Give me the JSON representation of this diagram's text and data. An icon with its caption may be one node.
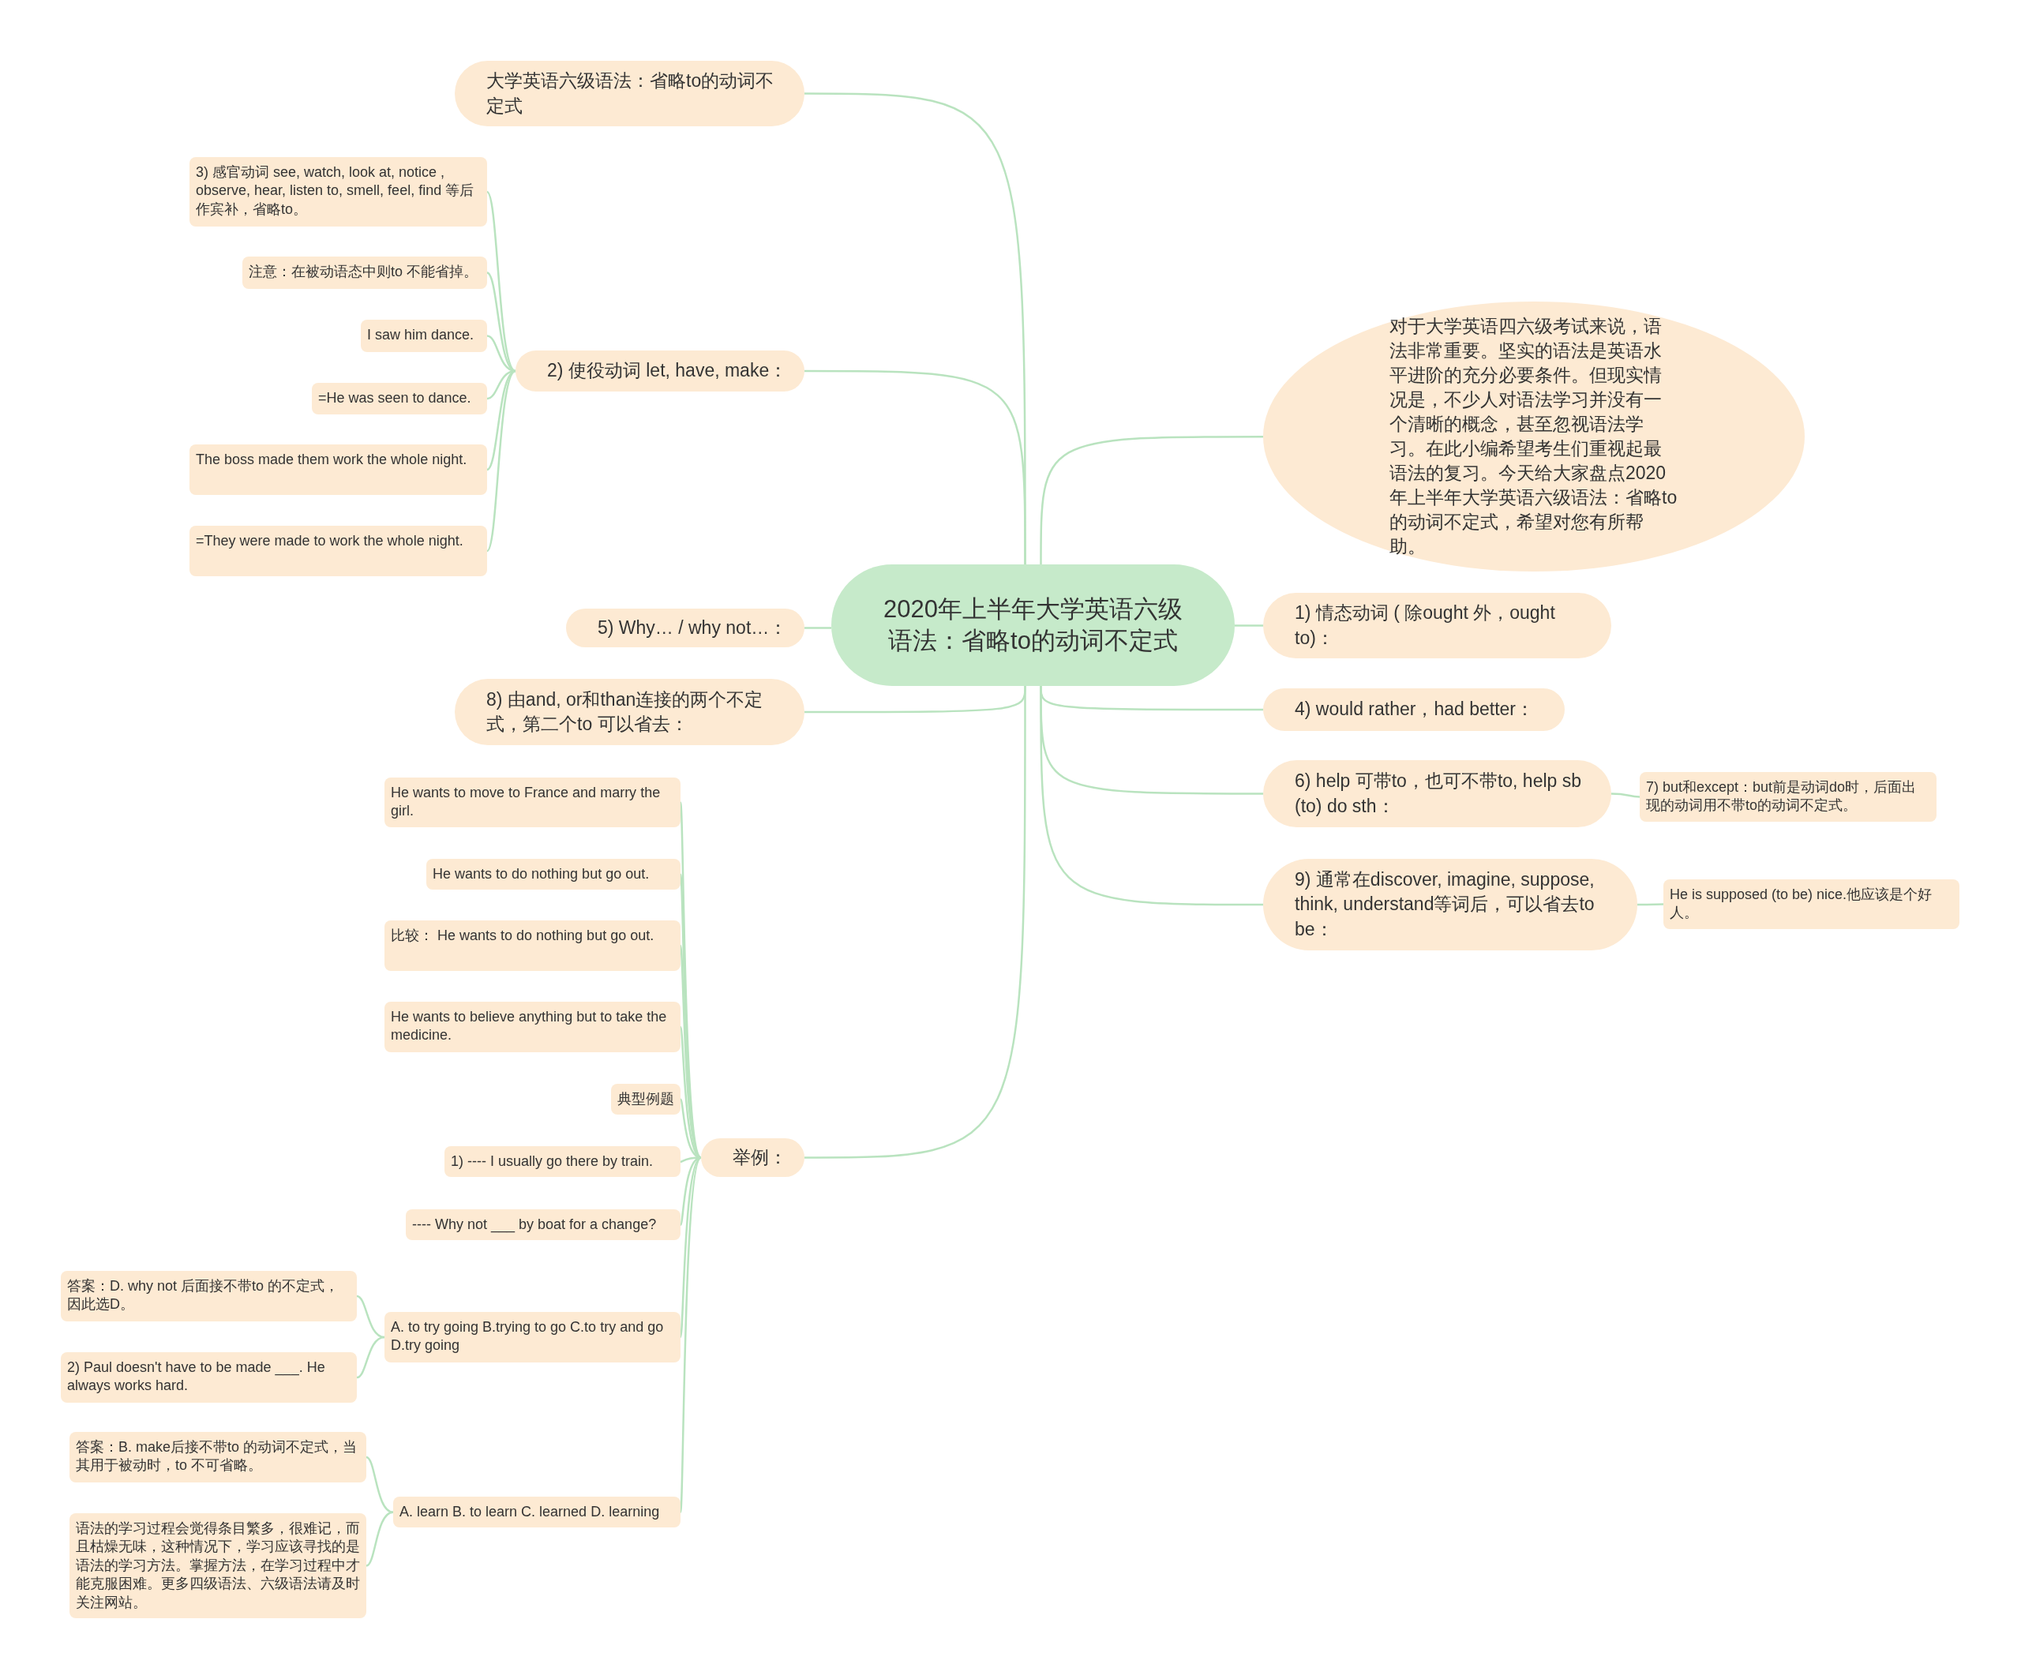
{
  "diagram": {
    "nodes": [
      {
        "text": [
          "2020年上半年大学英语六级语法：省略to的动词不定式"
        ]
      },
      {
        "text": [
          "大学英语六级语法：省略to的动词不定式"
        ]
      },
      {
        "text": [
          "2) 使役动词 let, have, make："
        ]
      },
      {
        "text": [
          "3) 感官动词 see, watch, look at, notice , observe, hear, listen to, smell, feel, find 等后作宾补，省略to。"
        ]
      },
      {
        "text": [
          "注意：在被动语态中则to 不能省掉。"
        ]
      },
      {
        "text": [
          "I saw him dance."
        ]
      },
      {
        "text": [
          "=He was seen to dance."
        ]
      },
      {
        "text": [
          "The boss made them work the whole night."
        ]
      },
      {
        "text": [
          "=They were made to work the whole night."
        ]
      },
      {
        "text": [
          "5) Why… / why not…："
        ]
      },
      {
        "text": [
          "8) 由and, or和than连接的两个不定式，第二个to 可以省去："
        ]
      },
      {
        "text": [
          "举例："
        ]
      },
      {
        "text": [
          "He wants to move to France and marry the girl."
        ]
      },
      {
        "text": [
          "He wants to do nothing but go out."
        ]
      },
      {
        "text": [
          "比较： He wants to do nothing but go out."
        ]
      },
      {
        "text": [
          "He wants to believe anything but to take the medicine."
        ]
      },
      {
        "text": [
          "典型例题"
        ]
      },
      {
        "text": [
          "1) ---- I usually go there by train."
        ]
      },
      {
        "text": [
          "---- Why not ___ by boat for a change?"
        ]
      },
      {
        "text": [
          "A. to try going B.trying to go C.to try and go D.try going"
        ]
      },
      {
        "text": [
          "A. learn B. to learn C. learned D. learning"
        ]
      },
      {
        "text": [
          "答案：D. why not 后面接不带to 的不定式，因此选D。"
        ]
      },
      {
        "text": [
          "2) Paul doesn't have to be made ___. He always works hard."
        ]
      },
      {
        "text": [
          "答案：B. make后接不带to 的动词不定式，当其用于被动时，to 不可省略。"
        ]
      },
      {
        "text": [
          "语法的学习过程会觉得条目繁多，很难记，而且枯燥无味，这种情况下，学习应该寻找的是语法的学习方法。掌握方法，在学习过程中才能克服困难。更多四级语法、六级语法请及时关注网站。"
        ]
      },
      {
        "text": [
          "对于大学英语四六级考试来说，语法非常重要。坚实的语法是英语水平进阶的充分必要条件。但现实情况是，不少人对语法学习并没有一个清晰的概念，甚至忽视语法学习。在此小编希望考生们重视起最语法的复习。今天给大家盘点2020年上半年大学英语六级语法：省略to的动词不定式，希望对您有所帮助。"
        ]
      },
      {
        "text": [
          "1) 情态动词 ( 除ought 外，ought to)："
        ]
      },
      {
        "text": [
          "4) would rather，had better："
        ]
      },
      {
        "text": [
          "6) help 可带to，也可不带to, help sb (to) do sth："
        ]
      },
      {
        "text": [
          "7) but和except：but前是动词do时，后面出现的动词用不带to的动词不定式。"
        ]
      },
      {
        "text": [
          "9) 通常在discover, imagine, suppose, think, understand等词后，可以省去to be："
        ]
      },
      {
        "text": [
          "He is supposed (to be) nice.他应该是个好人。"
        ]
      }
    ],
    "edges": [
      {
        "from": 0,
        "to": 1,
        "arrow": "none"
      },
      {
        "from": 0,
        "to": 2,
        "arrow": "none"
      },
      {
        "from": 2,
        "to": 3,
        "arrow": "none"
      },
      {
        "from": 2,
        "to": 4,
        "arrow": "none"
      },
      {
        "from": 2,
        "to": 5,
        "arrow": "none"
      },
      {
        "from": 2,
        "to": 6,
        "arrow": "none"
      },
      {
        "from": 2,
        "to": 7,
        "arrow": "none"
      },
      {
        "from": 2,
        "to": 8,
        "arrow": "none"
      },
      {
        "from": 0,
        "to": 9,
        "arrow": "none"
      },
      {
        "from": 0,
        "to": 10,
        "arrow": "none"
      },
      {
        "from": 0,
        "to": 11,
        "arrow": "none"
      },
      {
        "from": 11,
        "to": 12,
        "arrow": "none"
      },
      {
        "from": 11,
        "to": 13,
        "arrow": "none"
      },
      {
        "from": 11,
        "to": 14,
        "arrow": "none"
      },
      {
        "from": 11,
        "to": 15,
        "arrow": "none"
      },
      {
        "from": 11,
        "to": 16,
        "arrow": "none"
      },
      {
        "from": 11,
        "to": 17,
        "arrow": "none"
      },
      {
        "from": 11,
        "to": 18,
        "arrow": "none"
      },
      {
        "from": 11,
        "to": 19,
        "arrow": "none"
      },
      {
        "from": 11,
        "to": 20,
        "arrow": "none"
      },
      {
        "from": 19,
        "to": 21,
        "arrow": "none"
      },
      {
        "from": 19,
        "to": 22,
        "arrow": "none"
      },
      {
        "from": 20,
        "to": 23,
        "arrow": "none"
      },
      {
        "from": 20,
        "to": 24,
        "arrow": "none"
      },
      {
        "from": 0,
        "to": 25,
        "arrow": "none"
      },
      {
        "from": 0,
        "to": 26,
        "arrow": "none"
      },
      {
        "from": 0,
        "to": 27,
        "arrow": "none"
      },
      {
        "from": 0,
        "to": 28,
        "arrow": "none"
      },
      {
        "from": 28,
        "to": 29,
        "arrow": "none"
      },
      {
        "from": 0,
        "to": 30,
        "arrow": "none"
      },
      {
        "from": 30,
        "to": 31,
        "arrow": "none"
      }
    ]
  }
}
